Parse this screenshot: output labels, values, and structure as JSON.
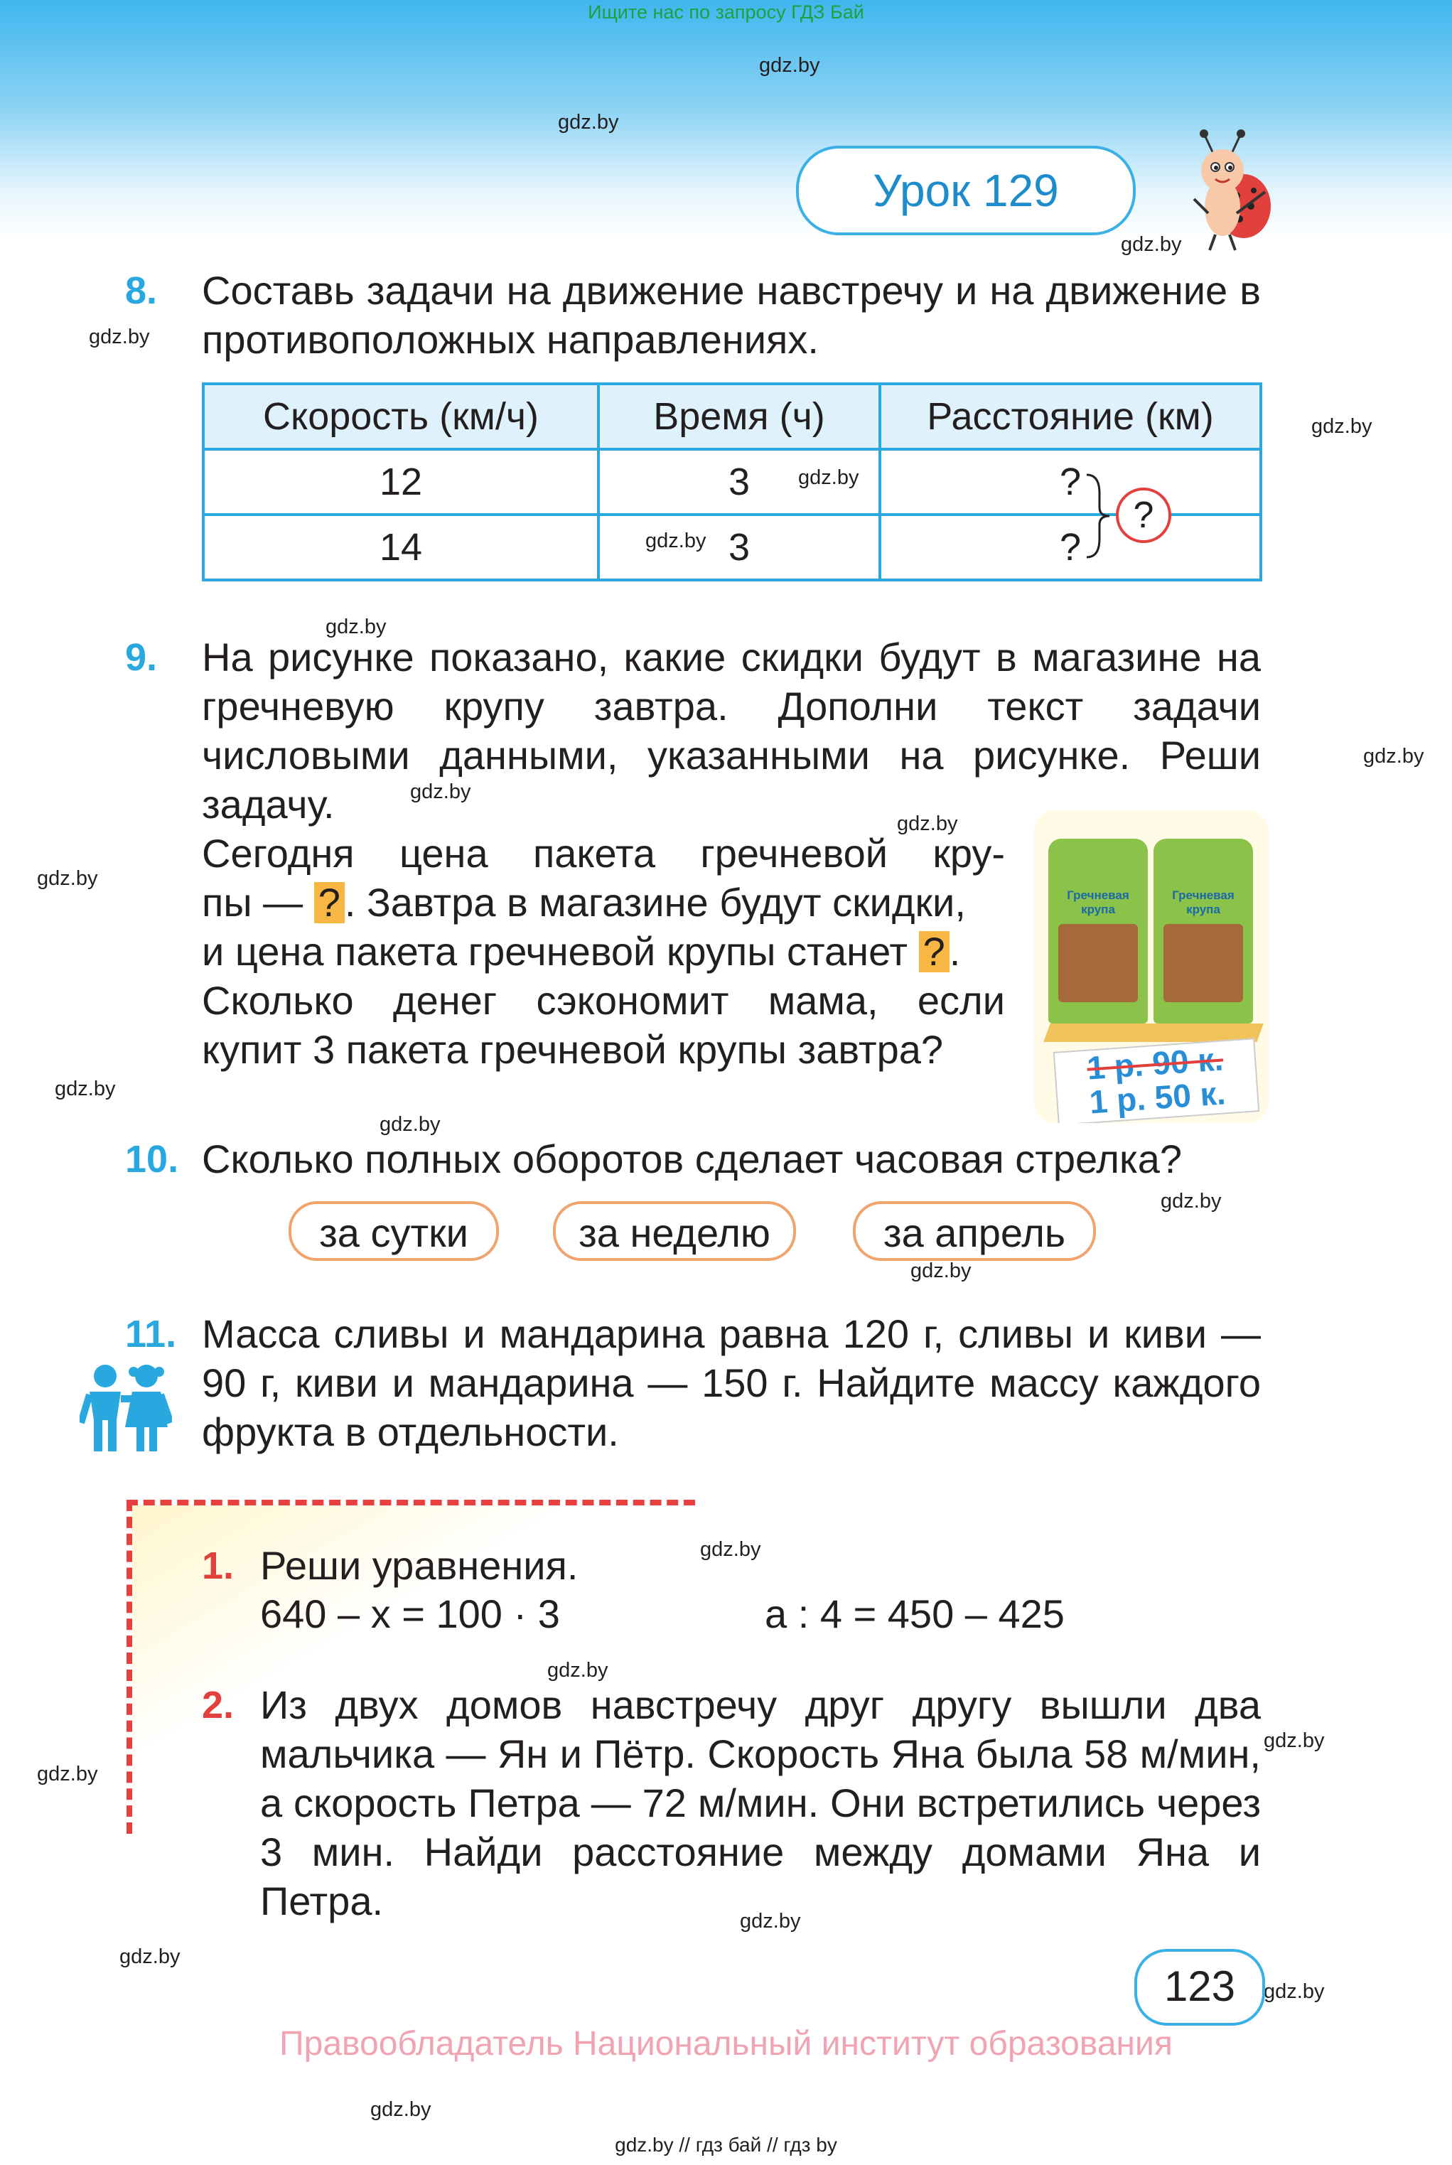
{
  "top_note": "Ищите нас по запросу ГДЗ Бай",
  "lesson_title": "Урок 129",
  "watermark": "gdz.by",
  "task8": {
    "number": "8.",
    "text": "Составь задачи на движение навстречу и на движение в противоположных направлениях.",
    "table": {
      "headers": [
        "Скорость (км/ч)",
        "Время (ч)",
        "Расстояние (км)"
      ],
      "rows": [
        [
          "12",
          "3",
          "?"
        ],
        [
          "14",
          "3",
          "?"
        ]
      ],
      "bracket_question": "?"
    }
  },
  "task9": {
    "number": "9.",
    "intro": "На рисунке показано, какие скидки будут в магазине на гречневую крупу завтра. Дополни текст задачи числовыми данными, указанными на рисунке. Реши задачу.",
    "line1": "Сегодня цена пакета гречневой кру-",
    "line2a": "пы —",
    "line2b": ". Завтра в магазине будут скидки,",
    "line3a": "и цена пакета гречневой крупы станет",
    "line3b": ".",
    "line4": "Сколько денег сэкономит мама, если",
    "line5": "купит 3 пакета гречневой крупы завтра?",
    "qmark": "?",
    "bag_label": "Гречневая крупа",
    "old_price": "1 р. 90 к.",
    "new_price": "1 р. 50 к."
  },
  "task10": {
    "number": "10.",
    "text": "Сколько полных оборотов сделает часовая стрелка?",
    "options": [
      "за сутки",
      "за неделю",
      "за апрель"
    ]
  },
  "task11": {
    "number": "11.",
    "text": "Масса сливы и мандарина равна 120 г, сливы и киви — 90 г, киви и мандарина — 150 г. Найдите массу каждого фрукта в отдельности."
  },
  "review1": {
    "number": "1.",
    "text": "Реши уравнения.",
    "eq1": "640 – x = 100 · 3",
    "eq2": "a : 4 = 450 – 425"
  },
  "review2": {
    "number": "2.",
    "text": "Из двух домов навстречу друг другу вышли два мальчика — Ян и Пётр. Скорость Яна была 58 м/мин, а скорость Петра — 72 м/мин. Они встретились через 3 мин. Найди расстояние между домами Яна и Петра."
  },
  "page_number": "123",
  "footer": "Правообладатель Национальный институт образования",
  "bottom_links": "gdz.by  //  гдз бай  //  гдз by",
  "colors": {
    "accent_blue": "#29a8e0",
    "accent_red": "#e2403d",
    "question_box": "#f7b742",
    "pill_border": "#f0a36c"
  }
}
